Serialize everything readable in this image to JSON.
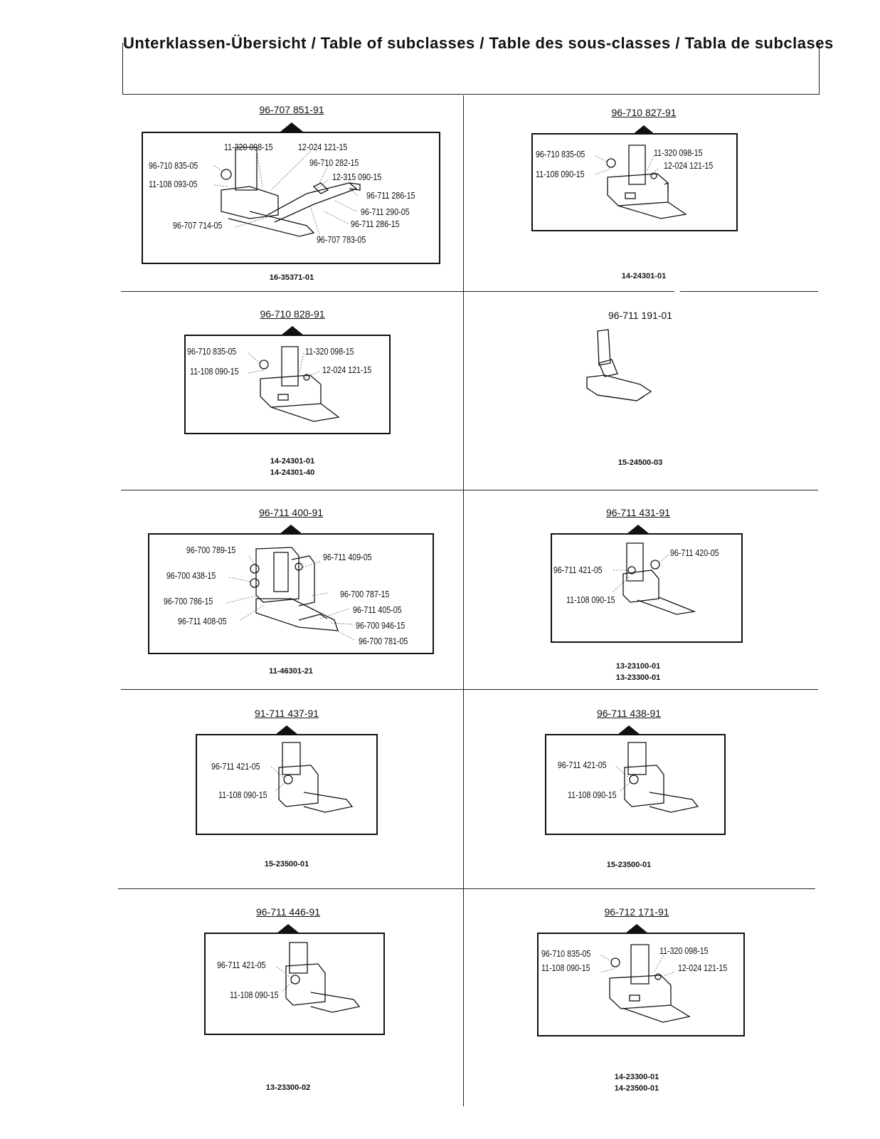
{
  "header": {
    "title": "Unterklassen-Übersicht / Table of subclasses / Table des sous-classes / Tabla de subclases"
  },
  "cells": [
    {
      "part": "96-707 851-91",
      "labels": [
        "11-320 098-15",
        "12-024 121-15",
        "96-710 835-05",
        "96-710 282-15",
        "11-108 093-05",
        "12-315 090-15",
        "96-711 286-15",
        "96-711 290-05",
        "96-707 714-05",
        "96-711 286-15",
        "96-707 783-05"
      ],
      "codes": [
        "16-35371-01"
      ]
    },
    {
      "part": "96-710 827-91",
      "labels": [
        "96-710 835-05",
        "11-320 098-15",
        "12-024 121-15",
        "11-108 090-15"
      ],
      "codes": [
        "14-24301-01"
      ]
    },
    {
      "part": "96-710 828-91",
      "labels": [
        "96-710 835-05",
        "11-320 098-15",
        "12-024 121-15",
        "11-108 090-15"
      ],
      "codes": [
        "14-24301-01",
        "14-24301-40"
      ]
    },
    {
      "part": "96-711 191-01",
      "labels": [],
      "codes": [
        "15-24500-03"
      ]
    },
    {
      "part": "96-711 400-91",
      "labels": [
        "96-700 789-15",
        "96-711 409-05",
        "96-700 438-15",
        "96-700 787-15",
        "96-700 786-15",
        "96-711 405-05",
        "96-711 408-05",
        "96-700 946-15",
        "96-700 781-05"
      ],
      "codes": [
        "11-46301-21"
      ]
    },
    {
      "part": "96-711 431-91",
      "labels": [
        "96-711 420-05",
        "96-711 421-05",
        "11-108 090-15"
      ],
      "codes": [
        "13-23100-01",
        "13-23300-01"
      ]
    },
    {
      "part": "91-711 437-91",
      "labels": [
        "96-711 421-05",
        "11-108 090-15"
      ],
      "codes": [
        "15-23500-01"
      ]
    },
    {
      "part": "96-711 438-91",
      "labels": [
        "96-711 421-05",
        "11-108 090-15"
      ],
      "codes": [
        "15-23500-01"
      ]
    },
    {
      "part": "96-711 446-91",
      "labels": [
        "96-711 421-05",
        "11-108 090-15"
      ],
      "codes": [
        "13-23300-02"
      ]
    },
    {
      "part": "96-712 171-91",
      "labels": [
        "96-710 835-05",
        "11-320 098-15",
        "11-108 090-15",
        "12-024 121-15"
      ],
      "codes": [
        "14-23300-01",
        "14-23500-01"
      ]
    }
  ]
}
